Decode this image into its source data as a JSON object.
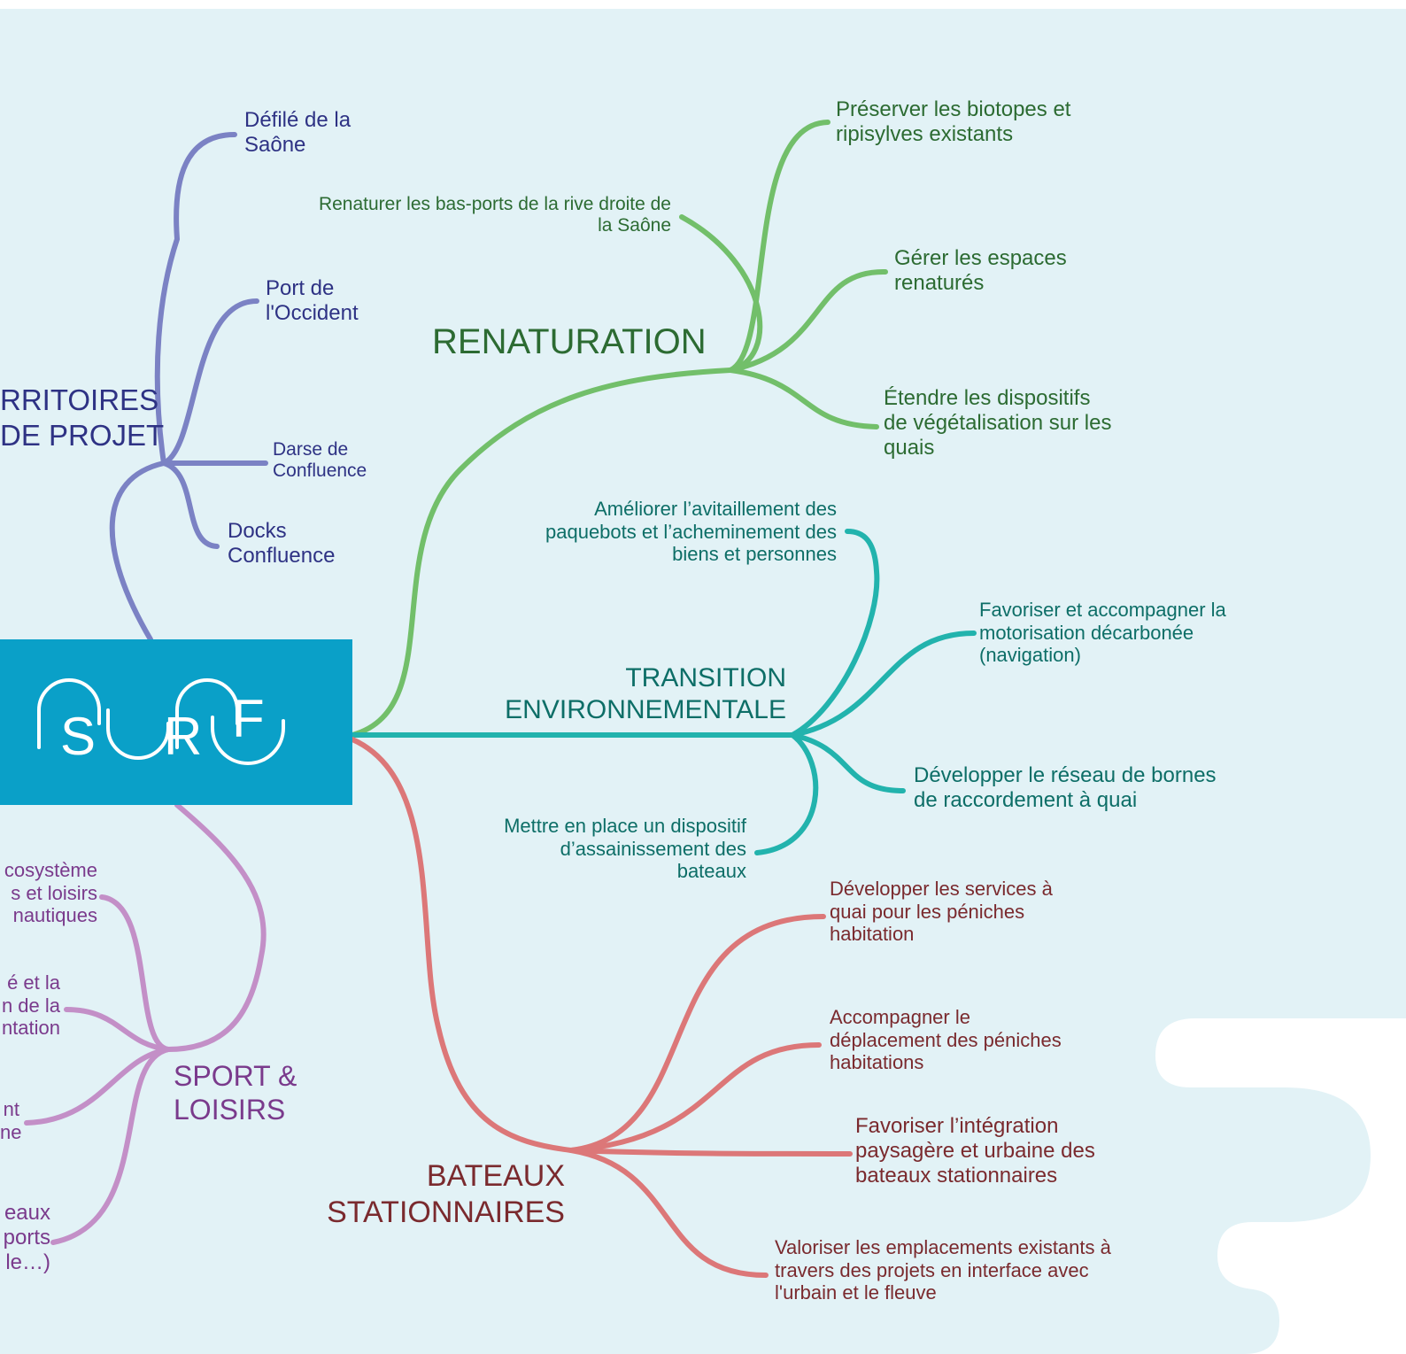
{
  "colors": {
    "background": "#e2f2f6",
    "logo_box": "#0aa0c8",
    "territoires_branch": "#7b82c4",
    "territoires_text": "#2e3284",
    "renaturation_branch": "#72bf6a",
    "renaturation_text": "#2c6b32",
    "transition_branch": "#22b3ad",
    "transition_text": "#0d6e67",
    "bateaux_branch": "#dc7778",
    "bateaux_text": "#7a2a2e",
    "sport_branch": "#c38fc7",
    "sport_text": "#7a3a8c"
  },
  "logo": {
    "letters": [
      "S",
      "U",
      "R",
      "F"
    ]
  },
  "branches": {
    "territoires": {
      "title": "RRITOIRES\nDE PROJET",
      "children": [
        "Défilé de la\nSaône",
        "Port de\nl'Occident",
        "Darse de\nConfluence",
        "Docks\nConfluence"
      ]
    },
    "renaturation": {
      "title": "RENATURATION",
      "children": [
        "Renaturer les bas-ports de la rive droite de\nla Saône",
        "Préserver les biotopes et\nripisylves existants",
        "Gérer les espaces\nrenaturés",
        "Étendre les dispositifs\nde végétalisation sur les\nquais"
      ]
    },
    "transition": {
      "title": "TRANSITION\nENVIRONNEMENTALE",
      "children": [
        "Améliorer l’avitaillement des\npaquebots et l’acheminement des\nbiens et personnes",
        "Favoriser et accompagner la\nmotorisation décarbonée\n(navigation)",
        "Développer le réseau de bornes\nde raccordement à quai",
        "Mettre en place un dispositif\nd’assainissement des\nbateaux"
      ]
    },
    "bateaux": {
      "title": "BATEAUX\nSTATIONNAIRES",
      "children": [
        "Développer les services à\nquai pour les péniches\nhabitation",
        "Accompagner le\ndéplacement des péniches\nhabitations",
        "Favoriser l’intégration\npaysagère et urbaine des\nbateaux stationnaires",
        "Valoriser les emplacements existants à\ntravers des projets en interface avec\nl'urbain et le fleuve"
      ]
    },
    "sport": {
      "title": "SPORT &\nLOISIRS",
      "children": [
        "cosystème\ns et loisirs\nnautiques",
        "é et la\nn de la\nntation",
        "nt\nne",
        "eaux\nports\nle…)"
      ]
    }
  }
}
